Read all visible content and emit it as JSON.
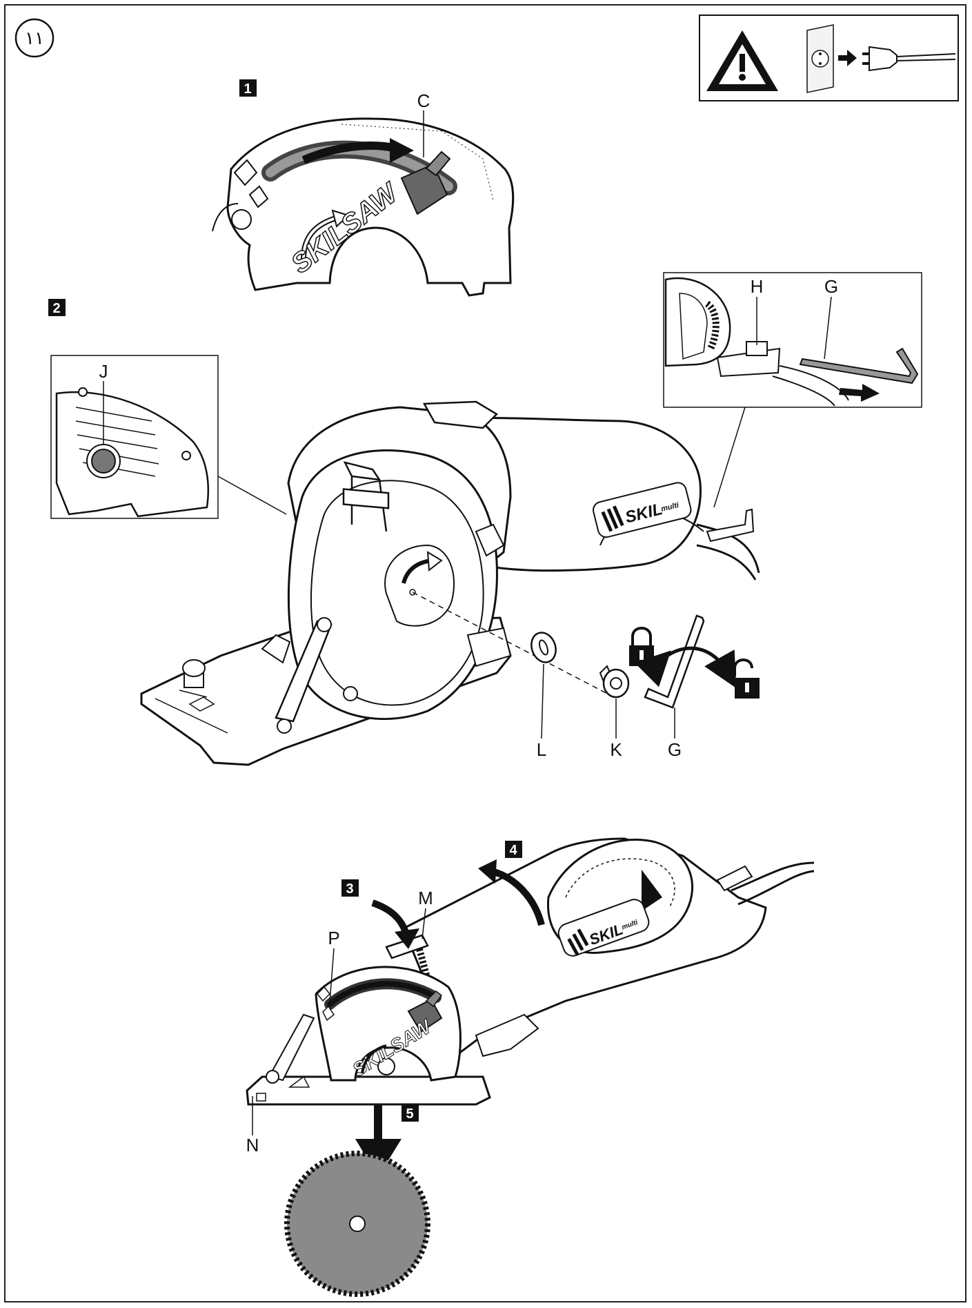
{
  "page": {
    "number": "١١"
  },
  "labels": {
    "C": "C",
    "H": "H",
    "G1": "G",
    "J": "J",
    "L": "L",
    "K": "K",
    "G2": "G",
    "M": "M",
    "P": "P",
    "N": "N"
  },
  "steps": {
    "s1": "1",
    "s2": "2",
    "s3": "3",
    "s4": "4",
    "s5": "5"
  },
  "brand": {
    "guard_text": "SKILSAW",
    "guard_text_small": "SKILSAW",
    "logo": "SKIL",
    "logo_sub": "multi",
    "logo2": "SKIL",
    "logo2_sub": "multi"
  },
  "colors": {
    "line": "#111111",
    "fill": "#ffffff",
    "gray": "#6b6b6b",
    "blade": "#8a8a8a"
  }
}
